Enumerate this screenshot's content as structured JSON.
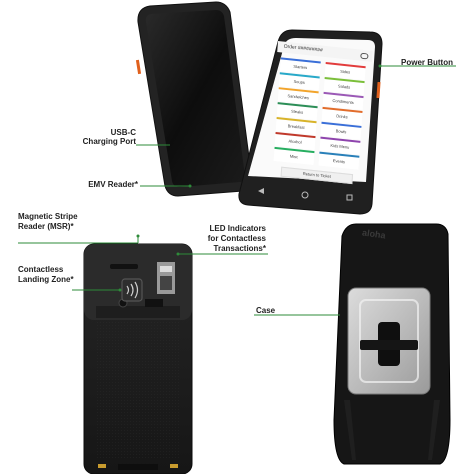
{
  "labels": {
    "power_button": "Power Button",
    "usb_c_line1": "USB-C",
    "usb_c_line2": "Charging Port",
    "emv_reader": "EMV Reader*",
    "msr_line1": "Magnetic Stripe",
    "msr_line2": "Reader (MSR)*",
    "led_line1": "LED Indicators",
    "led_line2": "for Contactless",
    "led_line3": "Transactions*",
    "contactless_line1": "Contactless",
    "contactless_line2": "Landing Zone*",
    "case": "Case"
  },
  "screen": {
    "order_title": "Order #########",
    "return_label": "Return to Ticket"
  },
  "menu_items": [
    {
      "label": "Starters",
      "color": "#3a6fd8"
    },
    {
      "label": "Sides",
      "color": "#e23c3c"
    },
    {
      "label": "Soups",
      "color": "#28a9c9"
    },
    {
      "label": "Salads",
      "color": "#7bbf3a"
    },
    {
      "label": "Sandwiches",
      "color": "#f2a42b"
    },
    {
      "label": "Condiments",
      "color": "#9b59b6"
    },
    {
      "label": "Steaks",
      "color": "#2c8e57"
    },
    {
      "label": "Drinks",
      "color": "#e26d2c"
    },
    {
      "label": "Breakfast",
      "color": "#d8b32a"
    },
    {
      "label": "Bowls",
      "color": "#3a6fd8"
    },
    {
      "label": "Alcohol",
      "color": "#c0392b"
    },
    {
      "label": "Kids Menu",
      "color": "#8e44ad"
    },
    {
      "label": "Misc",
      "color": "#27ae60"
    },
    {
      "label": "Events",
      "color": "#2980b9"
    }
  ],
  "colors": {
    "leader_line": "#2e8b3a",
    "device_body": "#1c1c1c",
    "accent_orange": "#e0601c"
  },
  "case_logo": "aloha"
}
